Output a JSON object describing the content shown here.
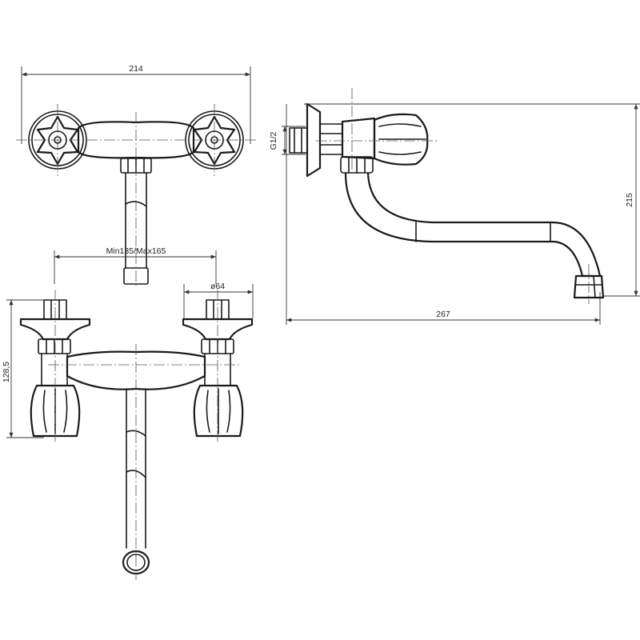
{
  "dimensions": {
    "top_width": "214",
    "projection": "Min135/Max165",
    "flange_diameter": "ø64",
    "front_height": "128,5",
    "side_length": "267",
    "side_height": "215",
    "thread": "G1/2"
  }
}
